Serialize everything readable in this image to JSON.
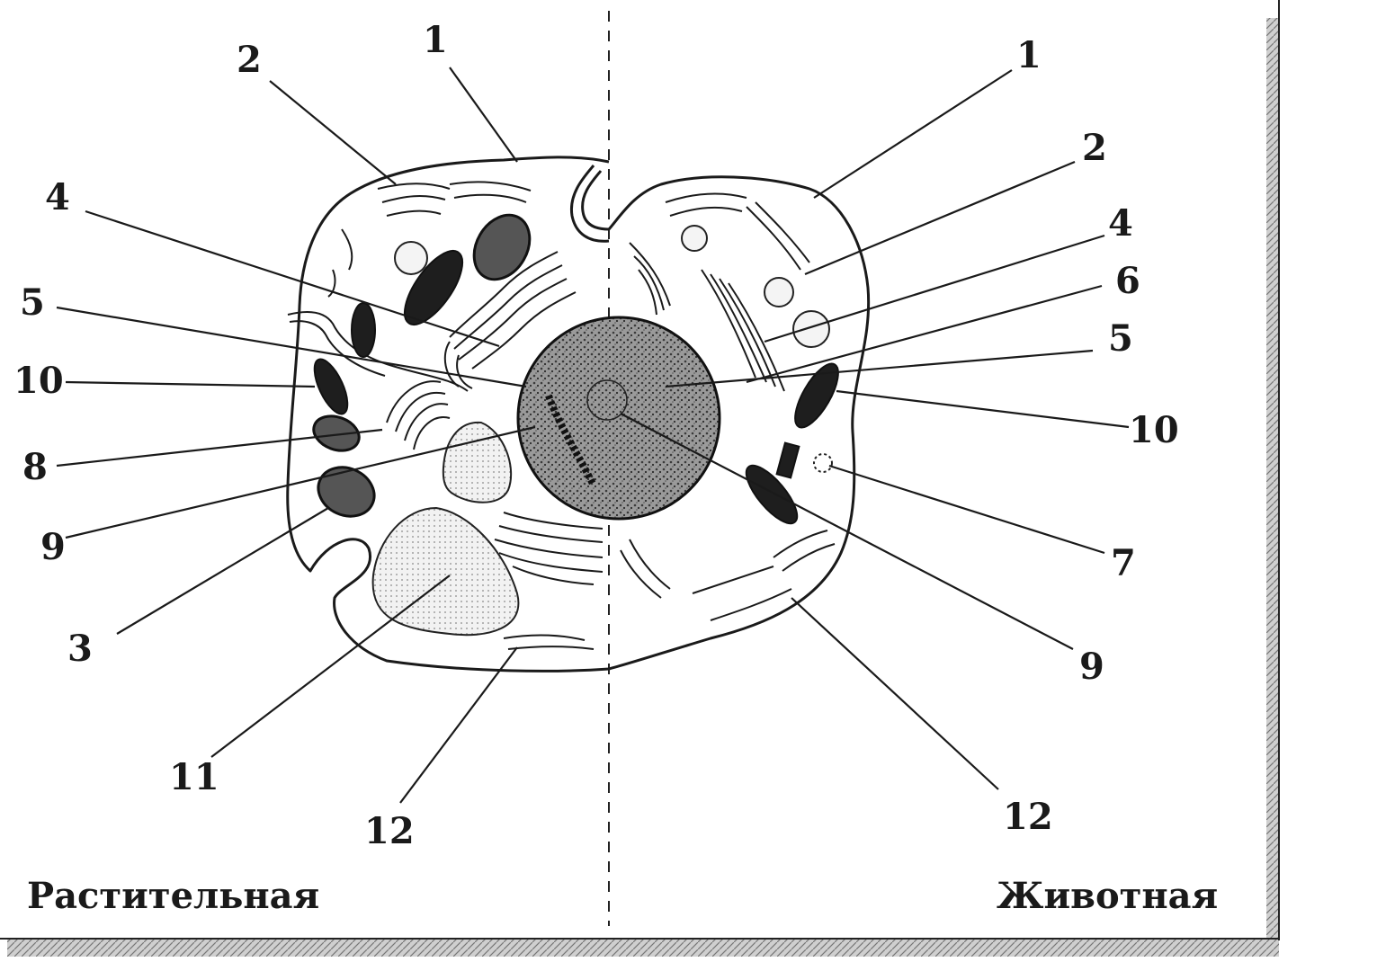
{
  "captions": {
    "left": "Растительная",
    "right": "Животная"
  },
  "labels_left": [
    {
      "id": "l1",
      "text": "1"
    },
    {
      "id": "l2",
      "text": "2"
    },
    {
      "id": "l4",
      "text": "4"
    },
    {
      "id": "l5",
      "text": "5"
    },
    {
      "id": "l10",
      "text": "10"
    },
    {
      "id": "l8",
      "text": "8"
    },
    {
      "id": "l9",
      "text": "9"
    },
    {
      "id": "l3",
      "text": "3"
    },
    {
      "id": "l11",
      "text": "11"
    },
    {
      "id": "l12",
      "text": "12"
    }
  ],
  "labels_right": [
    {
      "id": "r1",
      "text": "1"
    },
    {
      "id": "r2",
      "text": "2"
    },
    {
      "id": "r4",
      "text": "4"
    },
    {
      "id": "r6",
      "text": "6"
    },
    {
      "id": "r5",
      "text": "5"
    },
    {
      "id": "r10",
      "text": "10"
    },
    {
      "id": "r7",
      "text": "7"
    },
    {
      "id": "r9",
      "text": "9"
    },
    {
      "id": "r12",
      "text": "12"
    }
  ],
  "colors": {
    "ink": "#1a1a1a",
    "paper": "#ffffff",
    "shadow": "#bdbdbd"
  }
}
